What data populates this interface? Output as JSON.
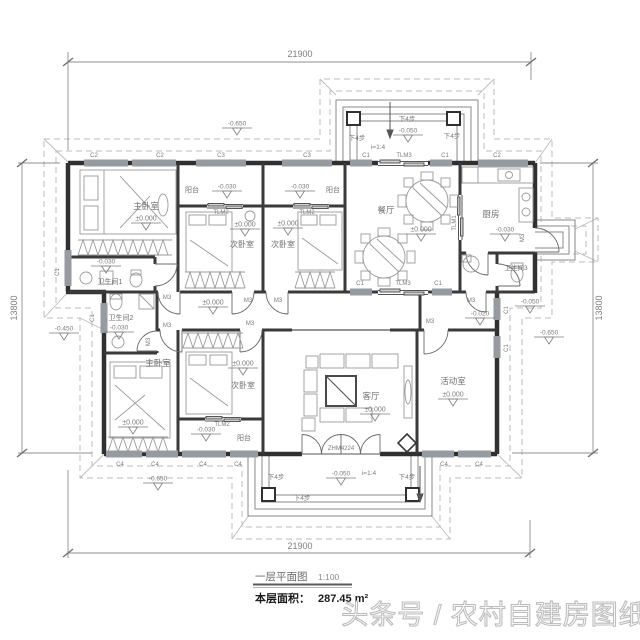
{
  "drawing": {
    "title": "一层平面图",
    "scale": "1:100",
    "area_label": "本层面积：",
    "area_value": "287.45 m²",
    "watermark": "头条号 / 农村自建房图纸"
  },
  "dims": {
    "width_mm": "21900",
    "height_mm": "13800"
  },
  "rooms": {
    "master": "主卧室",
    "secondary": "次卧室",
    "dining": "餐厅",
    "kitchen": "厨房",
    "living": "客厅",
    "activity": "活动室",
    "balcony": "阳台",
    "bath1": "卫生间1",
    "bath2": "卫生间2",
    "bath3": "卫生间3"
  },
  "levels": {
    "zero": "±0.000",
    "m020": "-0.020",
    "m030": "-0.030",
    "m050": "-0.050",
    "m450": "-0.450",
    "m650": "-0.650"
  },
  "tags": {
    "c1": "C1",
    "c2": "C2",
    "c3": "C3",
    "c4": "C4",
    "m3": "M3",
    "tlm1": "TLM1",
    "tlm2": "TLM2",
    "tlm3": "TLM3",
    "zhm": "ZHM4224"
  },
  "notes": {
    "down4": "下4步",
    "slope": "i=1:4"
  },
  "colors": {
    "wall": "#303030",
    "window": "#969ba1",
    "watermark_outline": "#bdbdbd"
  }
}
